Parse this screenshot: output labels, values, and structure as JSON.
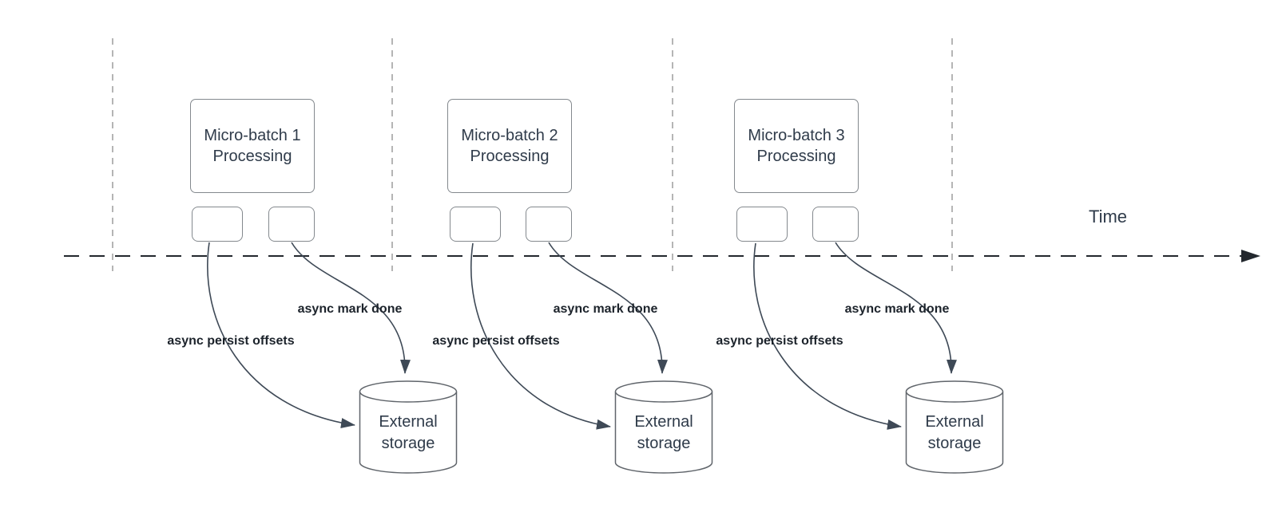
{
  "diagram": {
    "time_axis_label": "Time",
    "batches": [
      {
        "title_line1": "Micro-batch 1",
        "title_line2": "Processing",
        "persist_label": "async persist offsets",
        "mark_label": "async mark done",
        "storage_line1": "External",
        "storage_line2": "storage"
      },
      {
        "title_line1": "Micro-batch 2",
        "title_line2": "Processing",
        "persist_label": "async persist offsets",
        "mark_label": "async mark done",
        "storage_line1": "External",
        "storage_line2": "storage"
      },
      {
        "title_line1": "Micro-batch 3",
        "title_line2": "Processing",
        "persist_label": "async persist offsets",
        "mark_label": "async mark done",
        "storage_line1": "External",
        "storage_line2": "storage"
      }
    ],
    "colors": {
      "background": "#ffffff",
      "shape_fill": "#ffffff",
      "shape_stroke": "#84898e",
      "cylinder_stroke": "#60656b",
      "connector": "#3e4956",
      "axis": "#23282e",
      "lane_divider": "#adadad",
      "text": "#2f3b4a",
      "label_text": "#1c232b"
    }
  }
}
